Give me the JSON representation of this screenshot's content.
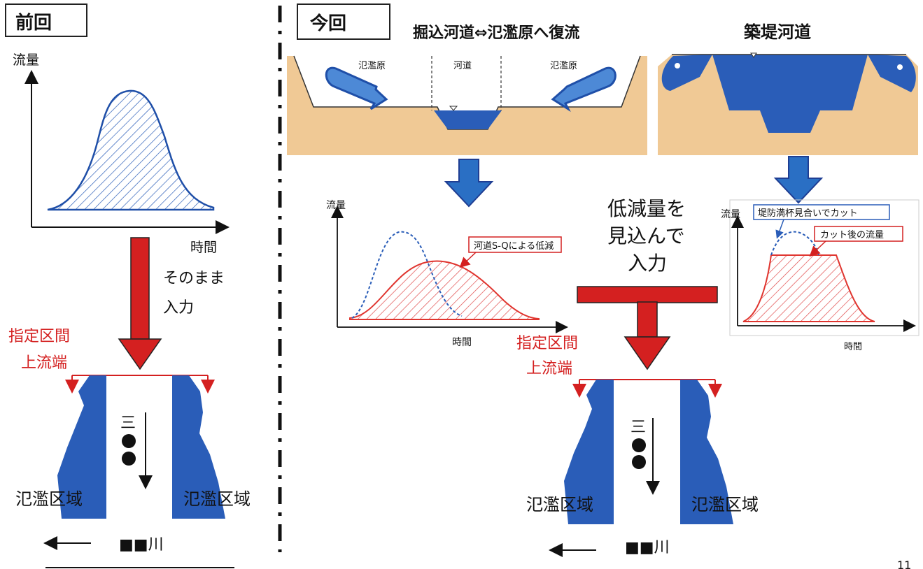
{
  "left": {
    "header": "前回",
    "axis_y": "流量",
    "axis_x": "時間",
    "instruction_line1": "そのまま",
    "instruction_line2": "入力",
    "section_line1": "指定区間",
    "section_line2": "上流端",
    "flood_left": "氾濫区域",
    "flood_right": "氾濫区域",
    "flow_mark": "三",
    "river_name": "■■川"
  },
  "right": {
    "header": "今回",
    "dug_title": "掘込河道⇔氾濫原へ復流",
    "levee_title": "築堤河道",
    "cs_floodplain_left": "氾濫原",
    "cs_channel": "河道",
    "cs_floodplain_right": "氾濫原",
    "graph1_y": "流量",
    "graph1_x": "時間",
    "graph1_callout": "河道S-Qによる低減",
    "middle_line1": "低減量を",
    "middle_line2": "見込んで",
    "middle_line3": "入力",
    "graph2_y": "流量",
    "graph2_x": "時間",
    "graph2_callout1": "堤防満杯見合いでカット",
    "graph2_callout2": "カット後の流量",
    "section_line1": "指定区間",
    "section_line2": "上流端",
    "flood_left": "氾濫区域",
    "flood_right": "氾濫区域",
    "flow_mark": "三",
    "river_name": "■■川"
  },
  "page_number": "11",
  "colors": {
    "blue": "#2a5db8",
    "dark_blue": "#1f3e93",
    "red": "#d42020",
    "sand": "#f0c995",
    "arrow_blue": "#2a6fc4"
  }
}
